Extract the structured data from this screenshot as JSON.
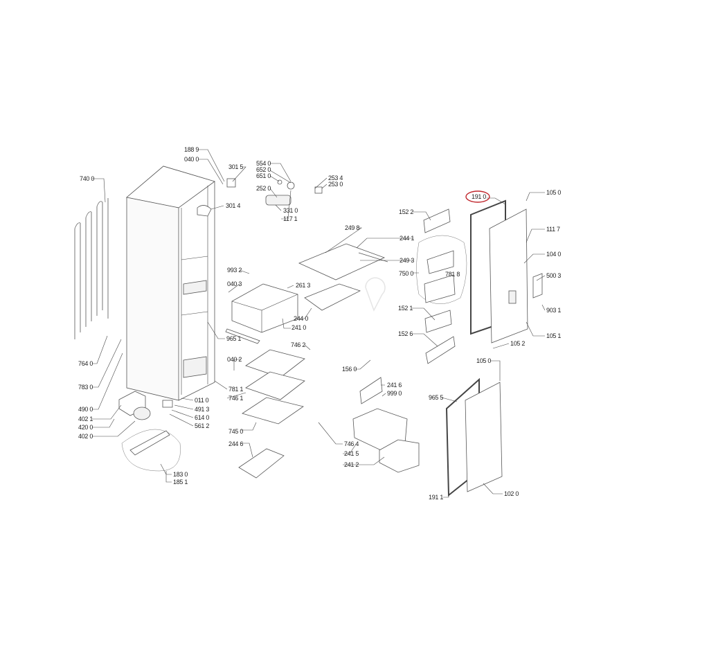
{
  "diagram": {
    "type": "exploded-parts-diagram",
    "subject": "refrigerator",
    "highlighted_part": "191 0",
    "highlight_color": "#c0262c",
    "part_labels": [
      "188 9",
      "040 0",
      "301 5",
      "554 0",
      "652 0",
      "651 0",
      "252 0",
      "253 4",
      "253 0",
      "301 4",
      "331 0",
      "117 1",
      "740 0",
      "993 2",
      "040 3",
      "261 3",
      "249 8",
      "244 1",
      "249 3",
      "750 0",
      "781 8",
      "244 0",
      "241 0",
      "152 2",
      "191 0",
      "105 0",
      "111 7",
      "104 0",
      "500 3",
      "903 1",
      "105 1",
      "105 2",
      "152 1",
      "152 6",
      "965 1",
      "746 2",
      "040 2",
      "156 0",
      "105 0",
      "241 6",
      "999 0",
      "965 5",
      "764 0",
      "783 0",
      "490 0",
      "402 1",
      "420 0",
      "402 0",
      "781 1",
      "746 1",
      "011 0",
      "491 3",
      "614 0",
      "561 2",
      "745 0",
      "244 6",
      "746 4",
      "241 5",
      "241 2",
      "183 0",
      "185 1",
      "191 1",
      "102 0"
    ]
  }
}
